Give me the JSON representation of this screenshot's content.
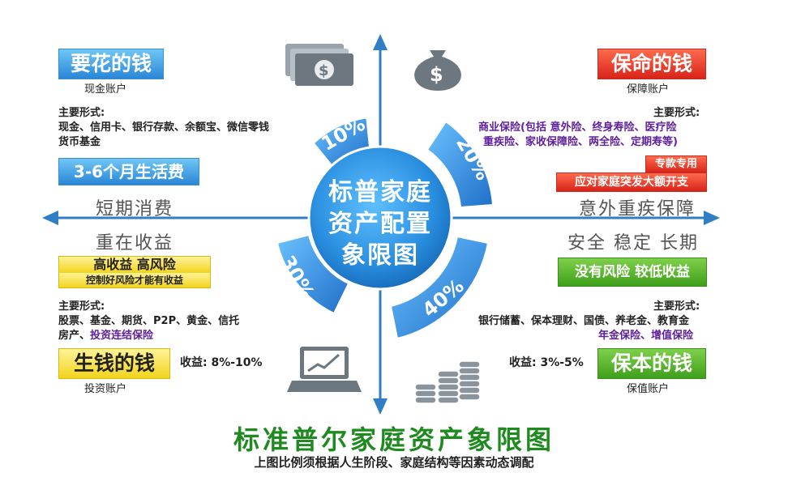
{
  "center": {
    "line1": "标普家庭",
    "line2": "资产配置",
    "line3": "象限图"
  },
  "percents": {
    "q1": "10%",
    "q2": "20%",
    "q3": "30%",
    "q4": "40%"
  },
  "top_left": {
    "title": "要花的钱",
    "account": "现金账户",
    "forms_label": "主要形式:",
    "forms_line1": "现金、信用卡、银行存款、余额宝、微信零钱",
    "forms_line2": "货币基金",
    "badge": "3-6个月生活费",
    "axis_top": "短期消费",
    "axis_bottom": "重在收益"
  },
  "top_right": {
    "title": "保命的钱",
    "account": "保障账户",
    "forms_label": "主要形式:",
    "forms_line1": "商业保险(包括 意外险、终身寿险、医疗险",
    "forms_line2": "重疾险、家收保障险、两全险、定期寿等)",
    "badge_line1": "专款专用",
    "badge_line2": "应对家庭突发大额开支",
    "axis_top": "意外重疾保障",
    "axis_bottom": "安全 稳定 长期"
  },
  "bottom_left": {
    "badge_line1": "高收益 高风险",
    "badge_line2": "控制好风险才能有收益",
    "forms_label": "主要形式:",
    "forms_line1": "股票、基金、期货、P2P、黄金、信托",
    "forms_line2a": "房产、",
    "forms_line2b": "投资连结保险",
    "title": "生钱的钱",
    "return": "收益: 8%-10%",
    "account": "投资账户"
  },
  "bottom_right": {
    "badge": "没有风险 较低收益",
    "forms_label": "主要形式:",
    "forms_line1": "银行储蓄、保本理财、国债、养老金、教育金",
    "forms_line2": "年金保险、增值保险",
    "title": "保本的钱",
    "return": "收益: 3%-5%",
    "account": "保值账户"
  },
  "footer": {
    "title": "标准普尔家庭资产象限图",
    "subtitle": "上图比例须根据人生阶段、家庭结构等因素动态调配"
  },
  "colors": {
    "axis": "#2f7ec6",
    "arc": "#2f86dd",
    "center": "#2a8fe0",
    "footer_title": "#1f8a1f"
  },
  "icons": [
    "banknotes-icon",
    "money-bag-icon",
    "laptop-chart-icon",
    "coin-stacks-icon"
  ]
}
